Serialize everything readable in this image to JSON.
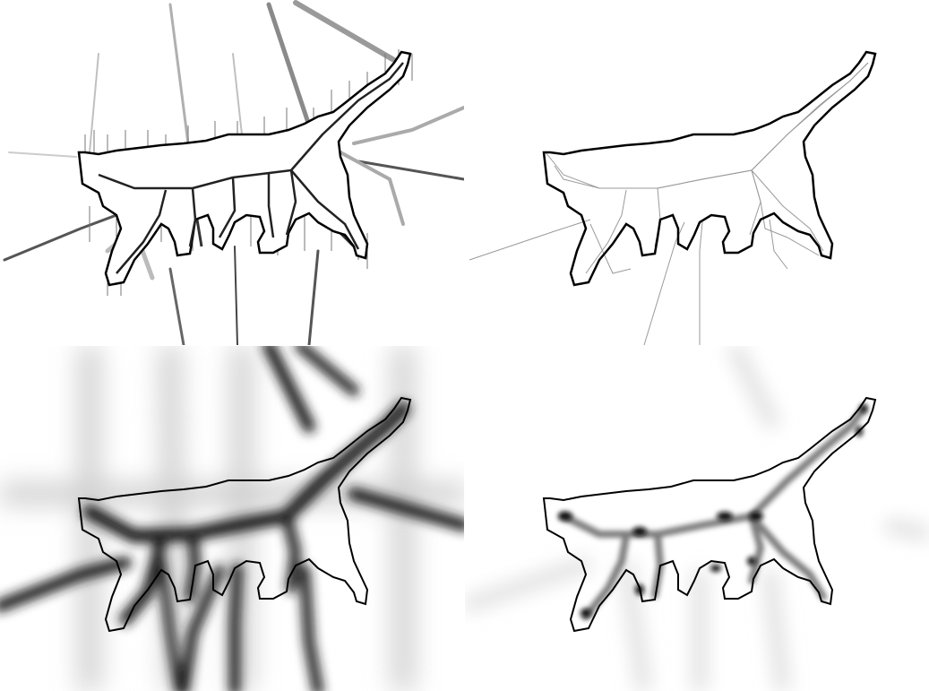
{
  "figure": {
    "panels": [
      {
        "subject": "cat-silhouette",
        "style": "medial-axis-with-spurs"
      },
      {
        "subject": "cat-silhouette",
        "style": "pruned-skeleton"
      },
      {
        "subject": "cat-silhouette",
        "style": "blurred-skeleton-map"
      },
      {
        "subject": "cat-silhouette",
        "style": "soft-skeleton-map"
      }
    ],
    "colors": {
      "outline": "#000000",
      "background": "#ffffff",
      "skeleton_dark": "#333333",
      "skeleton_light": "#9a9a9a"
    }
  }
}
